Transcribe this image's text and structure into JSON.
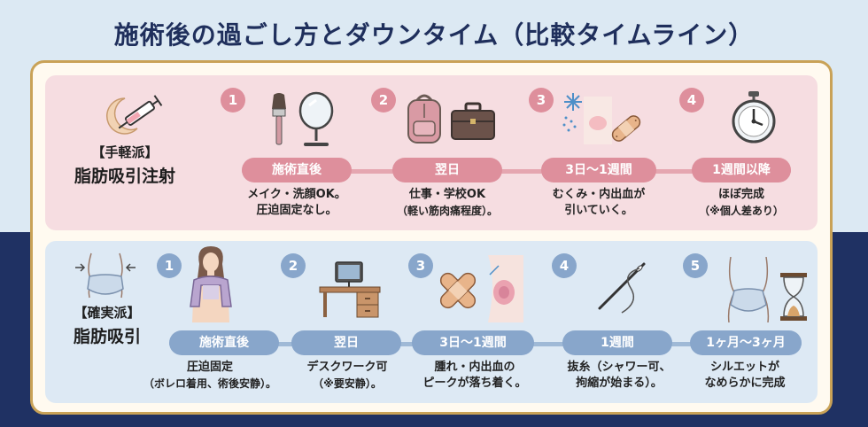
{
  "title": "施術後の過ごし方とダウンタイム（比較タイムライン）",
  "colors": {
    "pink_accent": "#de8f9c",
    "blue_accent": "#88a6cb",
    "navy": "#1f3163",
    "gold": "#c9a257"
  },
  "sections": [
    {
      "tag": "【手軽派】",
      "name": "脂肪吸引注射",
      "icons": [
        "syringe-icon"
      ],
      "steps": [
        {
          "num": "1",
          "label": "施術直後",
          "line1": "メイク・洗顔OK。",
          "line2": "圧迫固定なし。",
          "icons": [
            "makeup-brush-icon",
            "mirror-icon"
          ]
        },
        {
          "num": "2",
          "label": "翌日",
          "line1": "仕事・学校OK",
          "line2": "（軽い筋肉痛程度）。",
          "icons": [
            "backpack-icon",
            "briefcase-icon"
          ]
        },
        {
          "num": "3",
          "label": "3日〜1週間",
          "line1": "むくみ・内出血が",
          "line2": "引いていく。",
          "icons": [
            "cooling-icon",
            "bandage-icon"
          ]
        },
        {
          "num": "4",
          "label": "1週間以降",
          "line1": "ほぼ完成",
          "line2": "（※個人差あり）",
          "icons": [
            "stopwatch-icon"
          ]
        }
      ]
    },
    {
      "tag": "【確実派】",
      "name": "脂肪吸引",
      "icons": [
        "waist-icon"
      ],
      "steps": [
        {
          "num": "1",
          "label": "施術直後",
          "line1": "圧迫固定",
          "line2": "（ボレロ着用、術後安静）。",
          "icons": [
            "woman-bolero-icon"
          ]
        },
        {
          "num": "2",
          "label": "翌日",
          "line1": "デスクワーク可",
          "line2": "（※要安静）。",
          "icons": [
            "desk-computer-icon"
          ]
        },
        {
          "num": "3",
          "label": "3日〜1週間",
          "line1": "腫れ・内出血の",
          "line2": "ピークが落ち着く。",
          "icons": [
            "bandage-icon",
            "bruise-icon"
          ]
        },
        {
          "num": "4",
          "label": "1週間",
          "line1": "抜糸（シャワー可、",
          "line2": "拘縮が始まる）。",
          "icons": [
            "needle-thread-icon"
          ]
        },
        {
          "num": "5",
          "label": "1ヶ月〜3ヶ月",
          "line1": "シルエットが",
          "line2": "なめらかに完成",
          "icons": [
            "slim-waist-icon",
            "hourglass-icon"
          ]
        }
      ]
    }
  ]
}
